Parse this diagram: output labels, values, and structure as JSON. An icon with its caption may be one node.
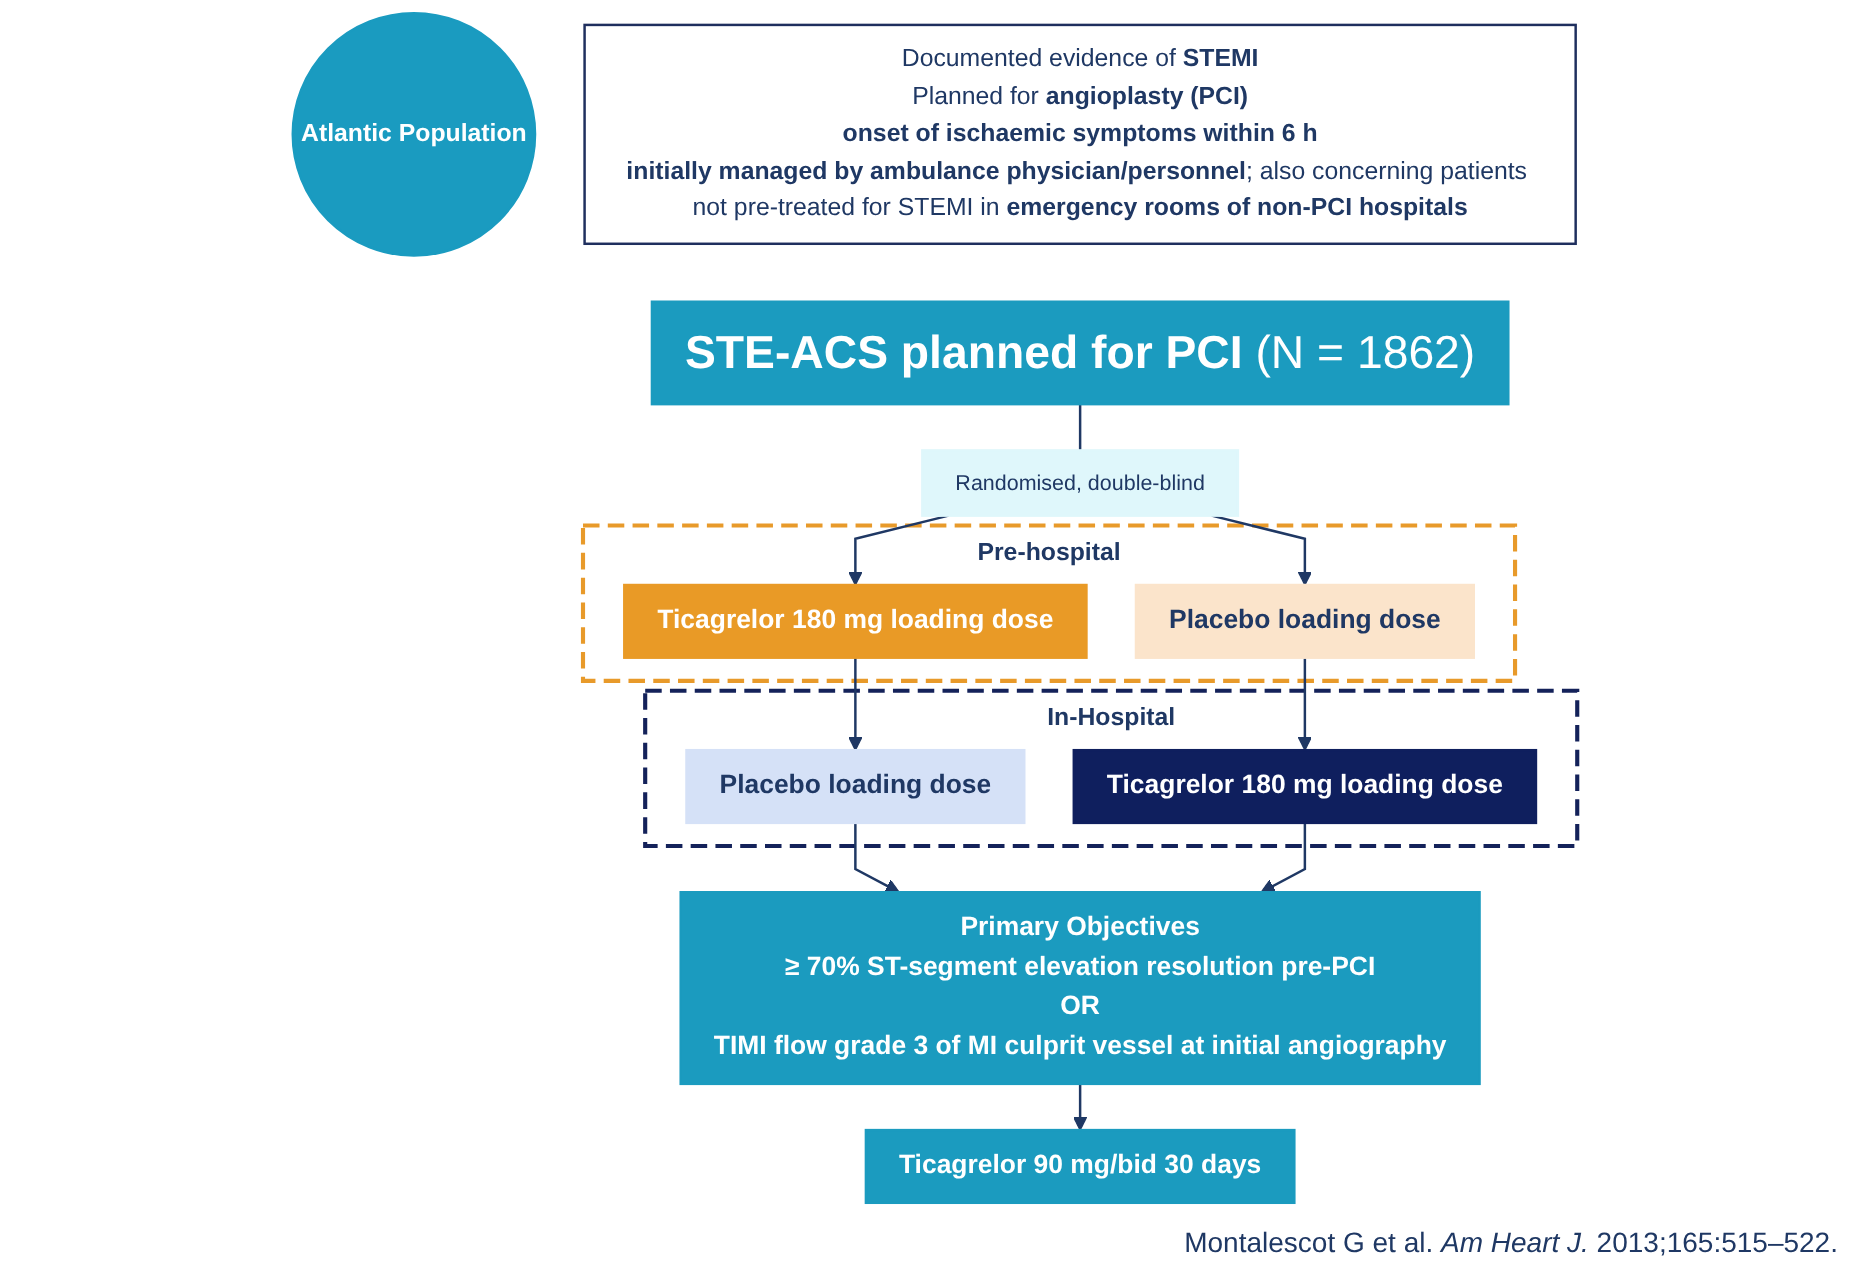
{
  "diagram": {
    "nodes": [
      {
        "text": [
          "Atlantic Population"
        ]
      },
      {
        "text": [
          "Documented evidence of **STEMI**",
          "Planned for **angioplasty (PCI)**",
          "**onset of ischaemic symptoms within 6 h**",
          "**initially managed by ambulance physician/personnel**; also concerning patients not pre-treated for STEMI in **emergency rooms of non-PCI hospitals**"
        ]
      },
      {
        "text": [
          "**STE-ACS planned for PCI** (N = 1862)"
        ]
      },
      {
        "text": [
          "Randomised, double-blind"
        ]
      },
      {
        "text": [
          "Pre-hospital"
        ]
      },
      {
        "text": [
          "Ticagrelor 180 mg loading dose"
        ],
        "in": 4
      },
      {
        "text": [
          "Placebo loading dose"
        ],
        "in": 4
      },
      {
        "text": [
          "In-Hospital"
        ]
      },
      {
        "text": [
          "Placebo loading dose"
        ],
        "in": 7
      },
      {
        "text": [
          "Ticagrelor 180 mg loading dose"
        ],
        "in": 7
      },
      {
        "text": [
          "Primary Objectives",
          "≥ 70% ST-segment elevation resolution pre-PCI",
          "OR",
          "TIMI flow grade 3 of MI culprit vessel at initial angiography"
        ]
      },
      {
        "text": [
          "Ticagrelor 90 mg/bid 30 days"
        ]
      }
    ],
    "edges": [
      {
        "from": 2,
        "to": 3,
        "arrow": "none"
      },
      {
        "from": 3,
        "to": 5,
        "arrow": "to"
      },
      {
        "from": 3,
        "to": 6,
        "arrow": "to"
      },
      {
        "from": 5,
        "to": 8,
        "arrow": "to"
      },
      {
        "from": 6,
        "to": 9,
        "arrow": "to"
      },
      {
        "from": 8,
        "to": 10,
        "arrow": "to"
      },
      {
        "from": 9,
        "to": 10,
        "arrow": "to"
      },
      {
        "from": 10,
        "to": 11,
        "arrow": "to"
      }
    ],
    "caption": "Montalescot G et al. *Am Heart J.* 2013;165:515–522."
  }
}
